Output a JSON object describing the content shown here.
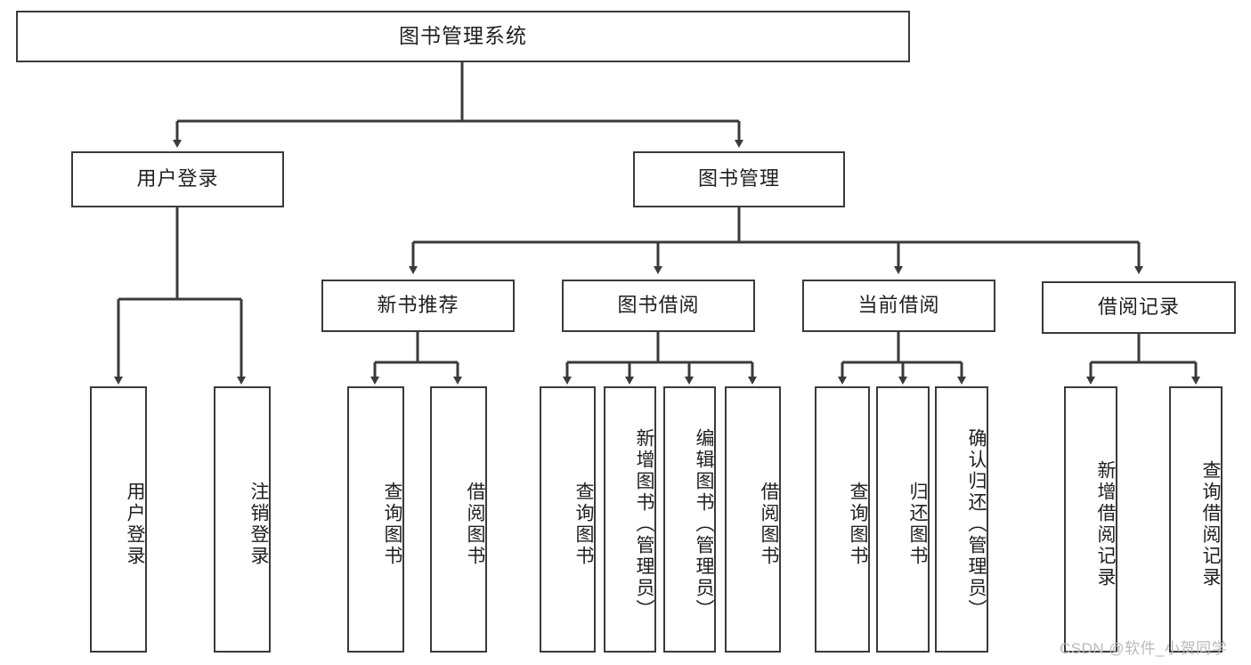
{
  "diagram": {
    "title": "图书管理系统",
    "type": "tree-hierarchy-chart",
    "root": {
      "label": "图书管理系统"
    },
    "level1": [
      {
        "label": "用户登录"
      },
      {
        "label": "图书管理"
      }
    ],
    "level2": [
      {
        "label": "新书推荐"
      },
      {
        "label": "图书借阅"
      },
      {
        "label": "当前借阅"
      },
      {
        "label": "借阅记录"
      }
    ],
    "leaves": {
      "user_login": [
        {
          "label": "用户登录"
        },
        {
          "label": "注销登录"
        }
      ],
      "new_book_recommend": [
        {
          "label": "查询图书"
        },
        {
          "label": "借阅图书"
        }
      ],
      "book_borrow": [
        {
          "label": "查询图书"
        },
        {
          "label": "新增图书（管理员）"
        },
        {
          "label": "编辑图书（管理员）"
        },
        {
          "label": "借阅图书"
        }
      ],
      "current_borrow": [
        {
          "label": "查询图书"
        },
        {
          "label": "归还图书"
        },
        {
          "label": "确认归还（管理员）"
        }
      ],
      "borrow_record": [
        {
          "label": "新增借阅记录"
        },
        {
          "label": "查询借阅记录"
        }
      ]
    }
  },
  "watermark": {
    "text": "CSDN @软件_小贺同学"
  },
  "colors": {
    "stroke": "#3a3a3a",
    "background": "#ffffff",
    "text": "#1f1f1f",
    "watermark": "#b9b9b9"
  }
}
